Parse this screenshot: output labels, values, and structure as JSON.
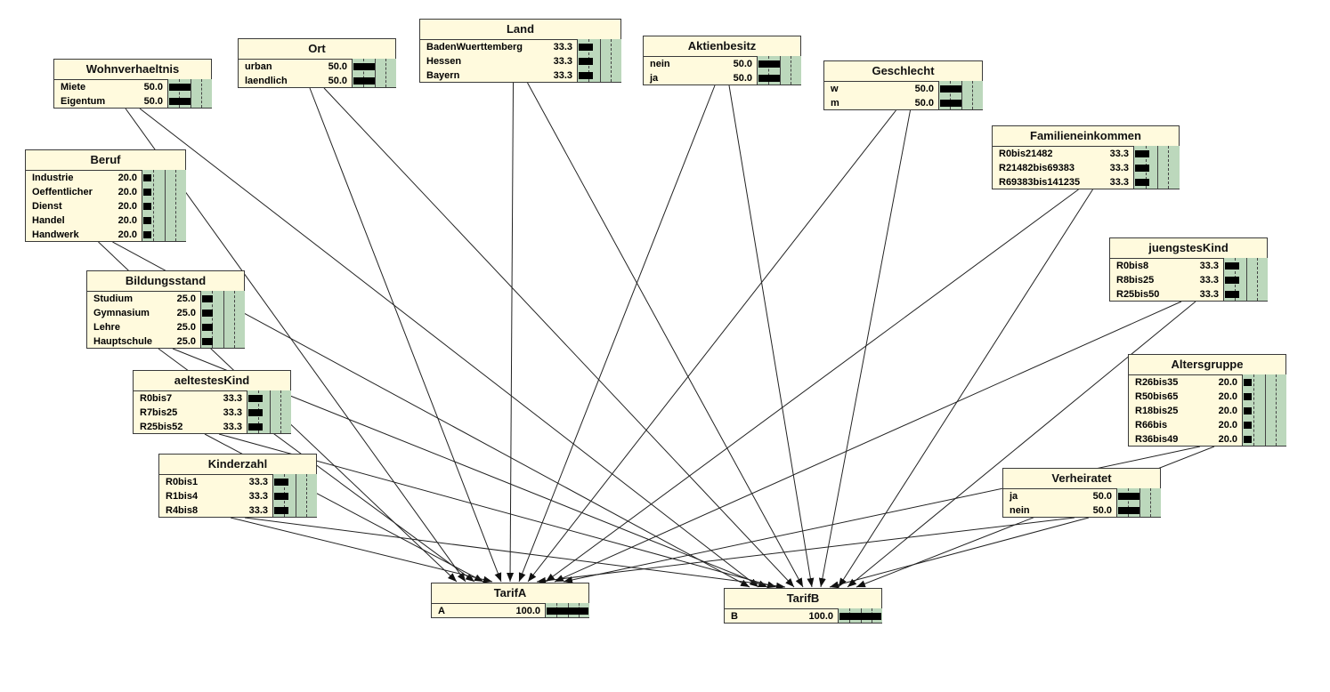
{
  "nodes": [
    {
      "id": "wohnverhaeltnis",
      "title": "Wohnverhaeltnis",
      "states": [
        {
          "label": "Miete",
          "value": "50.0"
        },
        {
          "label": "Eigentum",
          "value": "50.0"
        }
      ]
    },
    {
      "id": "ort",
      "title": "Ort",
      "states": [
        {
          "label": "urban",
          "value": "50.0"
        },
        {
          "label": "laendlich",
          "value": "50.0"
        }
      ]
    },
    {
      "id": "land",
      "title": "Land",
      "states": [
        {
          "label": "BadenWuerttemberg",
          "value": "33.3"
        },
        {
          "label": "Hessen",
          "value": "33.3"
        },
        {
          "label": "Bayern",
          "value": "33.3"
        }
      ]
    },
    {
      "id": "aktienbesitz",
      "title": "Aktienbesitz",
      "states": [
        {
          "label": "nein",
          "value": "50.0"
        },
        {
          "label": "ja",
          "value": "50.0"
        }
      ]
    },
    {
      "id": "geschlecht",
      "title": "Geschlecht",
      "states": [
        {
          "label": "w",
          "value": "50.0"
        },
        {
          "label": "m",
          "value": "50.0"
        }
      ]
    },
    {
      "id": "familieneinkommen",
      "title": "Familieneinkommen",
      "states": [
        {
          "label": "R0bis21482",
          "value": "33.3"
        },
        {
          "label": "R21482bis69383",
          "value": "33.3"
        },
        {
          "label": "R69383bis141235",
          "value": "33.3"
        }
      ]
    },
    {
      "id": "beruf",
      "title": "Beruf",
      "states": [
        {
          "label": "Industrie",
          "value": "20.0"
        },
        {
          "label": "Oeffentlicher",
          "value": "20.0"
        },
        {
          "label": "Dienst",
          "value": "20.0"
        },
        {
          "label": "Handel",
          "value": "20.0"
        },
        {
          "label": "Handwerk",
          "value": "20.0"
        }
      ]
    },
    {
      "id": "juengsteskind",
      "title": "juengstesKind",
      "states": [
        {
          "label": "R0bis8",
          "value": "33.3"
        },
        {
          "label": "R8bis25",
          "value": "33.3"
        },
        {
          "label": "R25bis50",
          "value": "33.3"
        }
      ]
    },
    {
      "id": "bildungsstand",
      "title": "Bildungsstand",
      "states": [
        {
          "label": "Studium",
          "value": "25.0"
        },
        {
          "label": "Gymnasium",
          "value": "25.0"
        },
        {
          "label": "Lehre",
          "value": "25.0"
        },
        {
          "label": "Hauptschule",
          "value": "25.0"
        }
      ]
    },
    {
      "id": "altersgruppe",
      "title": "Altersgruppe",
      "states": [
        {
          "label": "R26bis35",
          "value": "20.0"
        },
        {
          "label": "R50bis65",
          "value": "20.0"
        },
        {
          "label": "R18bis25",
          "value": "20.0"
        },
        {
          "label": "R66bis",
          "value": "20.0"
        },
        {
          "label": "R36bis49",
          "value": "20.0"
        }
      ]
    },
    {
      "id": "aeltesteskind",
      "title": "aeltestesKind",
      "states": [
        {
          "label": "R0bis7",
          "value": "33.3"
        },
        {
          "label": "R7bis25",
          "value": "33.3"
        },
        {
          "label": "R25bis52",
          "value": "33.3"
        }
      ]
    },
    {
      "id": "kinderzahl",
      "title": "Kinderzahl",
      "states": [
        {
          "label": "R0bis1",
          "value": "33.3"
        },
        {
          "label": "R1bis4",
          "value": "33.3"
        },
        {
          "label": "R4bis8",
          "value": "33.3"
        }
      ]
    },
    {
      "id": "verheiratet",
      "title": "Verheiratet",
      "states": [
        {
          "label": "ja",
          "value": "50.0"
        },
        {
          "label": "nein",
          "value": "50.0"
        }
      ]
    },
    {
      "id": "tarifa",
      "title": "TarifA",
      "states": [
        {
          "label": "A",
          "value": "100.0"
        }
      ]
    },
    {
      "id": "tarifb",
      "title": "TarifB",
      "states": [
        {
          "label": "B",
          "value": "100.0"
        }
      ]
    }
  ],
  "edges": [
    [
      "wohnverhaeltnis",
      "tarifa"
    ],
    [
      "wohnverhaeltnis",
      "tarifb"
    ],
    [
      "ort",
      "tarifa"
    ],
    [
      "ort",
      "tarifb"
    ],
    [
      "land",
      "tarifa"
    ],
    [
      "land",
      "tarifb"
    ],
    [
      "aktienbesitz",
      "tarifa"
    ],
    [
      "aktienbesitz",
      "tarifb"
    ],
    [
      "geschlecht",
      "tarifa"
    ],
    [
      "geschlecht",
      "tarifb"
    ],
    [
      "familieneinkommen",
      "tarifa"
    ],
    [
      "familieneinkommen",
      "tarifb"
    ],
    [
      "beruf",
      "tarifa"
    ],
    [
      "beruf",
      "tarifb"
    ],
    [
      "juengsteskind",
      "tarifa"
    ],
    [
      "juengsteskind",
      "tarifb"
    ],
    [
      "bildungsstand",
      "tarifa"
    ],
    [
      "bildungsstand",
      "tarifb"
    ],
    [
      "altersgruppe",
      "tarifa"
    ],
    [
      "altersgruppe",
      "tarifb"
    ],
    [
      "aeltesteskind",
      "tarifa"
    ],
    [
      "aeltesteskind",
      "tarifb"
    ],
    [
      "kinderzahl",
      "tarifa"
    ],
    [
      "kinderzahl",
      "tarifb"
    ],
    [
      "verheiratet",
      "tarifa"
    ],
    [
      "verheiratet",
      "tarifb"
    ]
  ],
  "colors": {
    "node_fill": "#fffadd",
    "bar_area": "#bcd8bc",
    "bar": "#000000",
    "edge": "#222222"
  }
}
